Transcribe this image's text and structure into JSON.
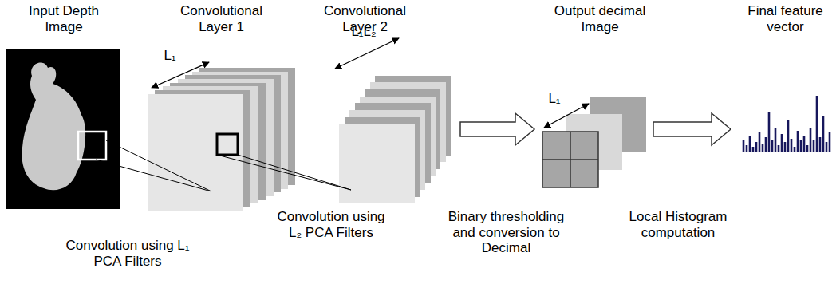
{
  "diagram": {
    "nodes": [
      {
        "text": [
          "Input Depth Image"
        ]
      },
      {
        "text": [
          "Convolutional Layer 1"
        ]
      },
      {
        "text": [
          "Convolutional Layer 2"
        ]
      },
      {
        "text": [
          "Output decimal Image"
        ]
      },
      {
        "text": [
          "Final feature vector"
        ]
      }
    ],
    "edges": [
      {
        "from": 2,
        "to": 3,
        "arrow": "to"
      },
      {
        "from": 3,
        "to": 4,
        "arrow": "to"
      }
    ],
    "labels": [
      "L₁",
      "L₁L₂",
      "L₁",
      "Convolution using L₁ PCA Filters",
      "Convolution using L₂ PCA Filters",
      "Binary thresholding and conversion to Decimal",
      "Local Histogram computation"
    ]
  }
}
